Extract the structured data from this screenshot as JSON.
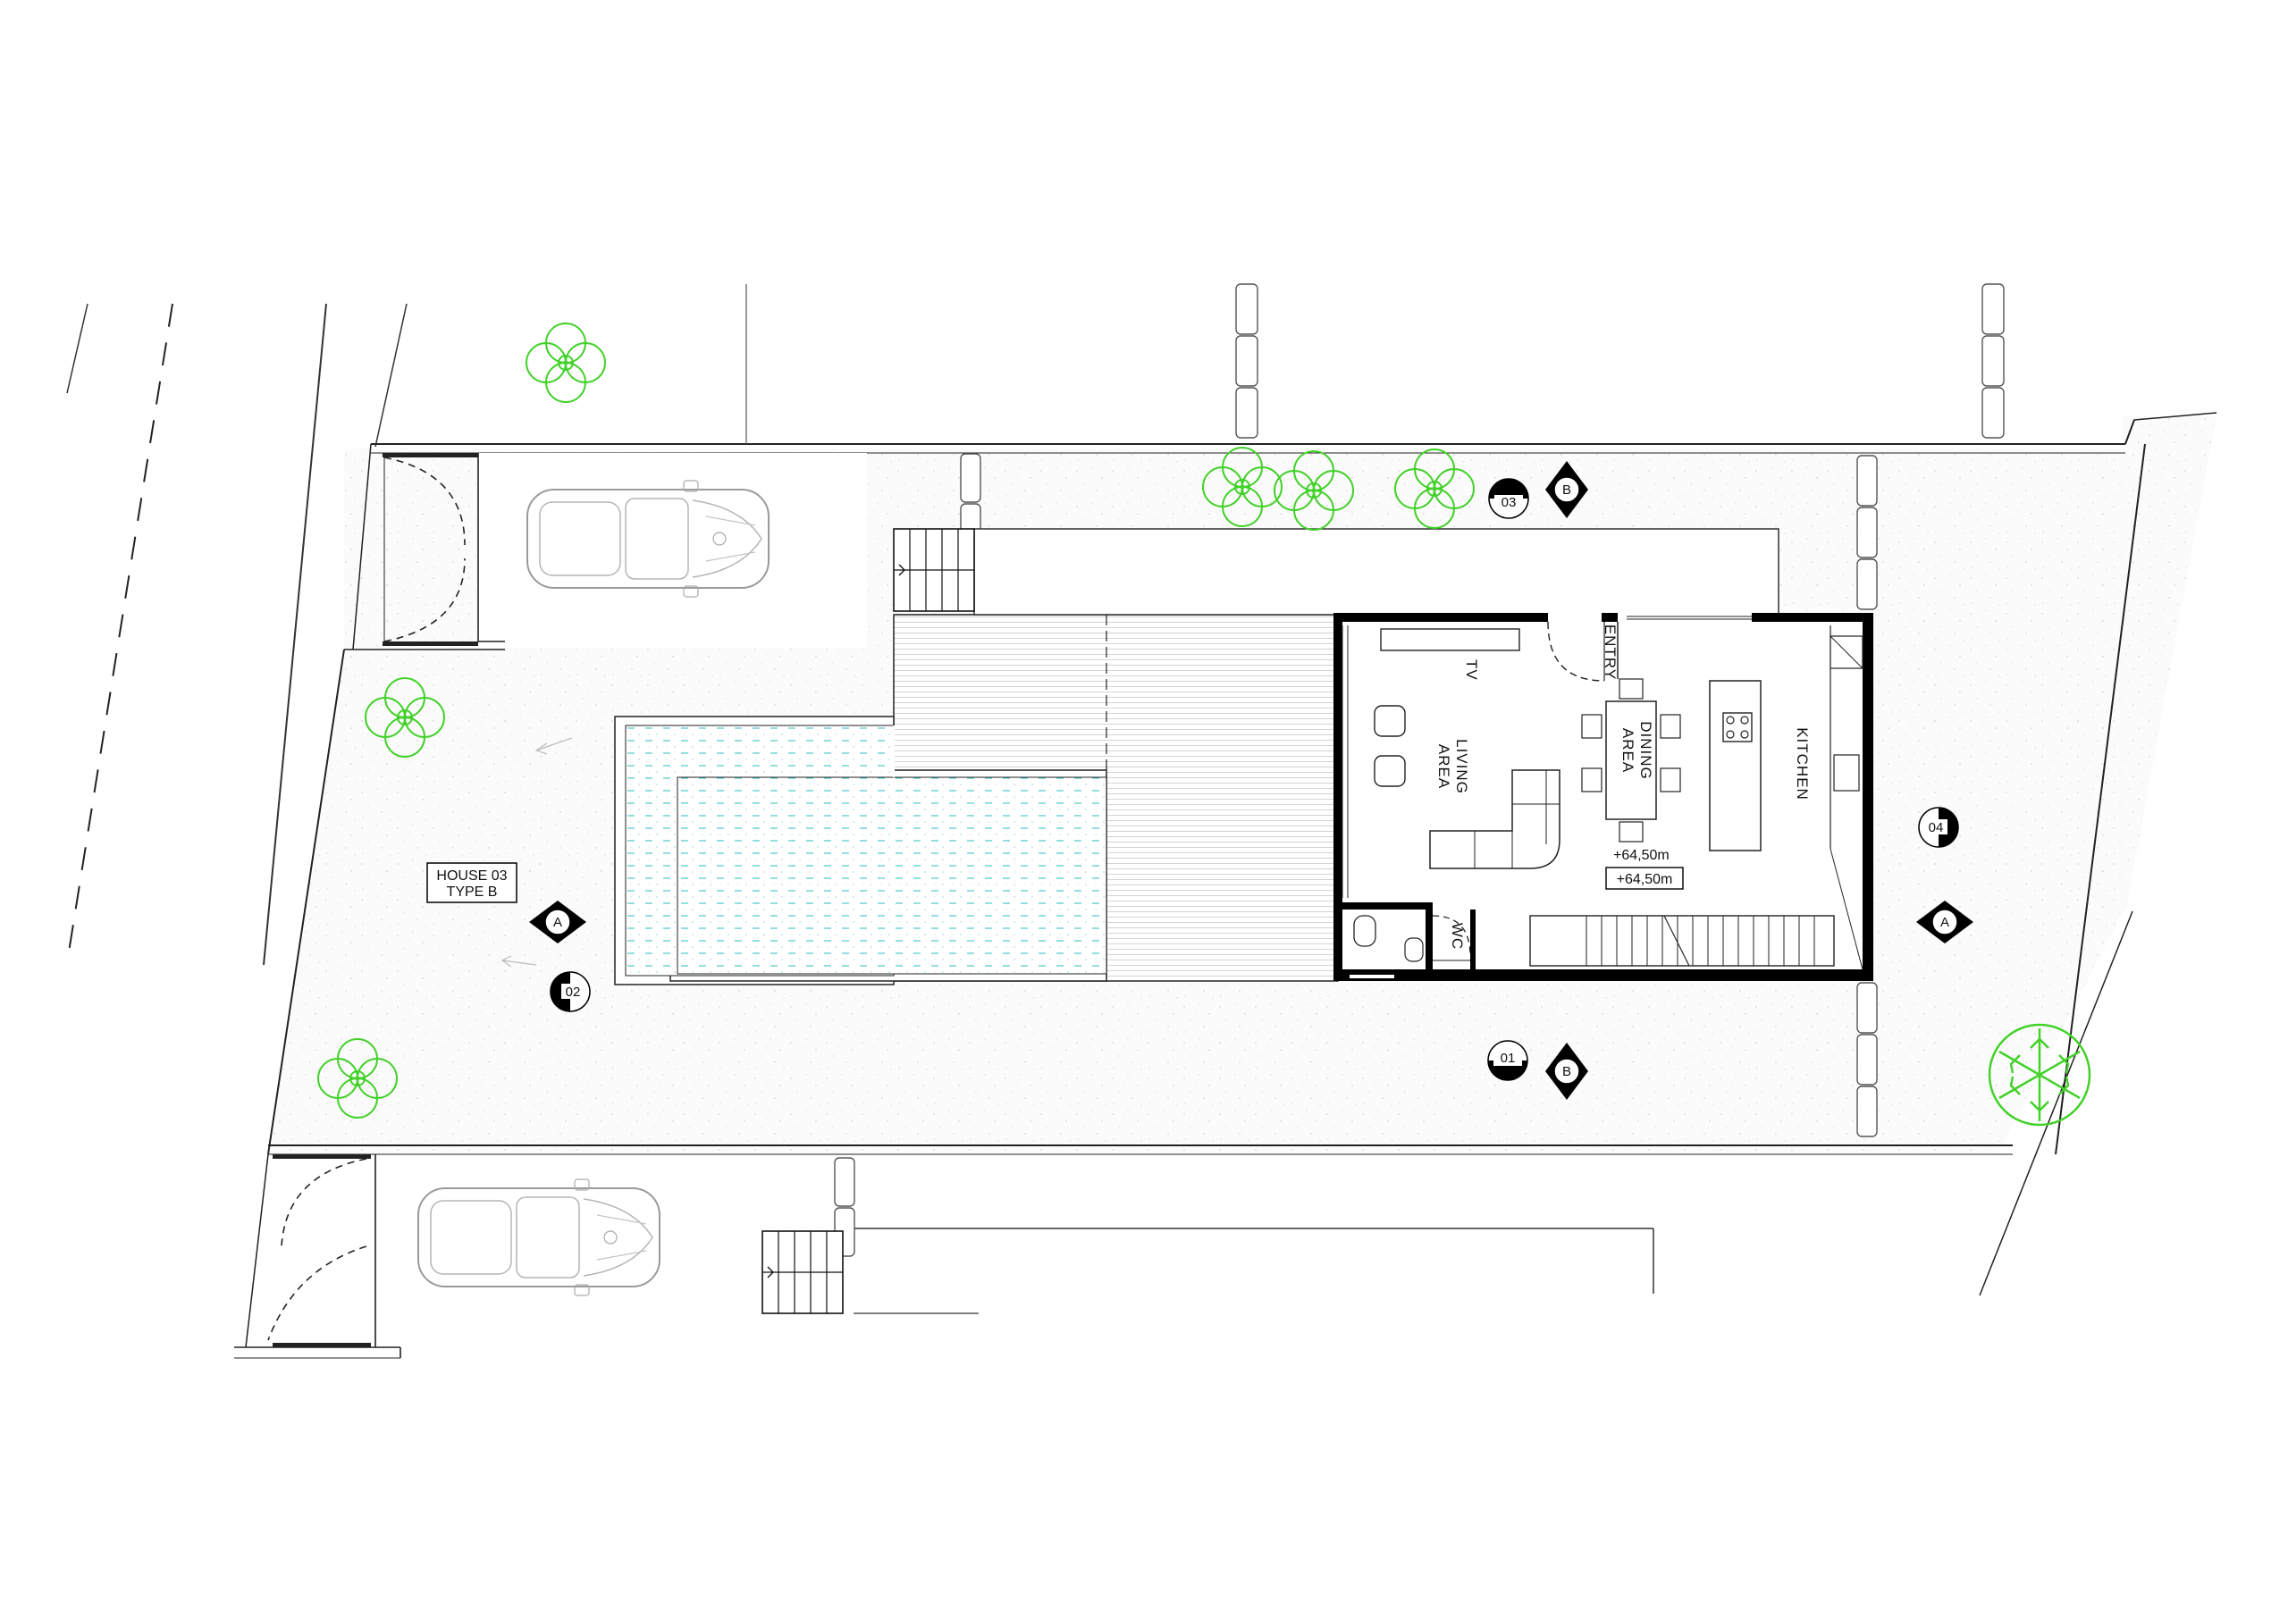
{
  "house_tag": {
    "line1": "HOUSE 03",
    "line2": "TYPE B"
  },
  "rooms": {
    "tv": "TV",
    "living_line1": "LIVING",
    "living_line2": "AREA",
    "dining_line1": "DINING",
    "dining_line2": "AREA",
    "kitchen": "KITCHEN",
    "entry": "ENTRY",
    "wc": "WC"
  },
  "levels": {
    "level_a": "+64,50m",
    "level_b": "+64,50m"
  },
  "elevation_markers": {
    "e01": "01",
    "e02": "02",
    "e03": "03",
    "e04": "04"
  },
  "section_markers": {
    "a_left": "A",
    "a_right": "A",
    "b_top": "B",
    "b_bottom": "B"
  },
  "colors": {
    "tree_green": "#43d12a",
    "pool_dash": "#4ec9c9",
    "wall": "#000000",
    "line": "#4a4a4a"
  },
  "icons": [
    "tree-icon",
    "car-icon",
    "stair-icon",
    "section-marker-icon",
    "elevation-marker-icon"
  ]
}
